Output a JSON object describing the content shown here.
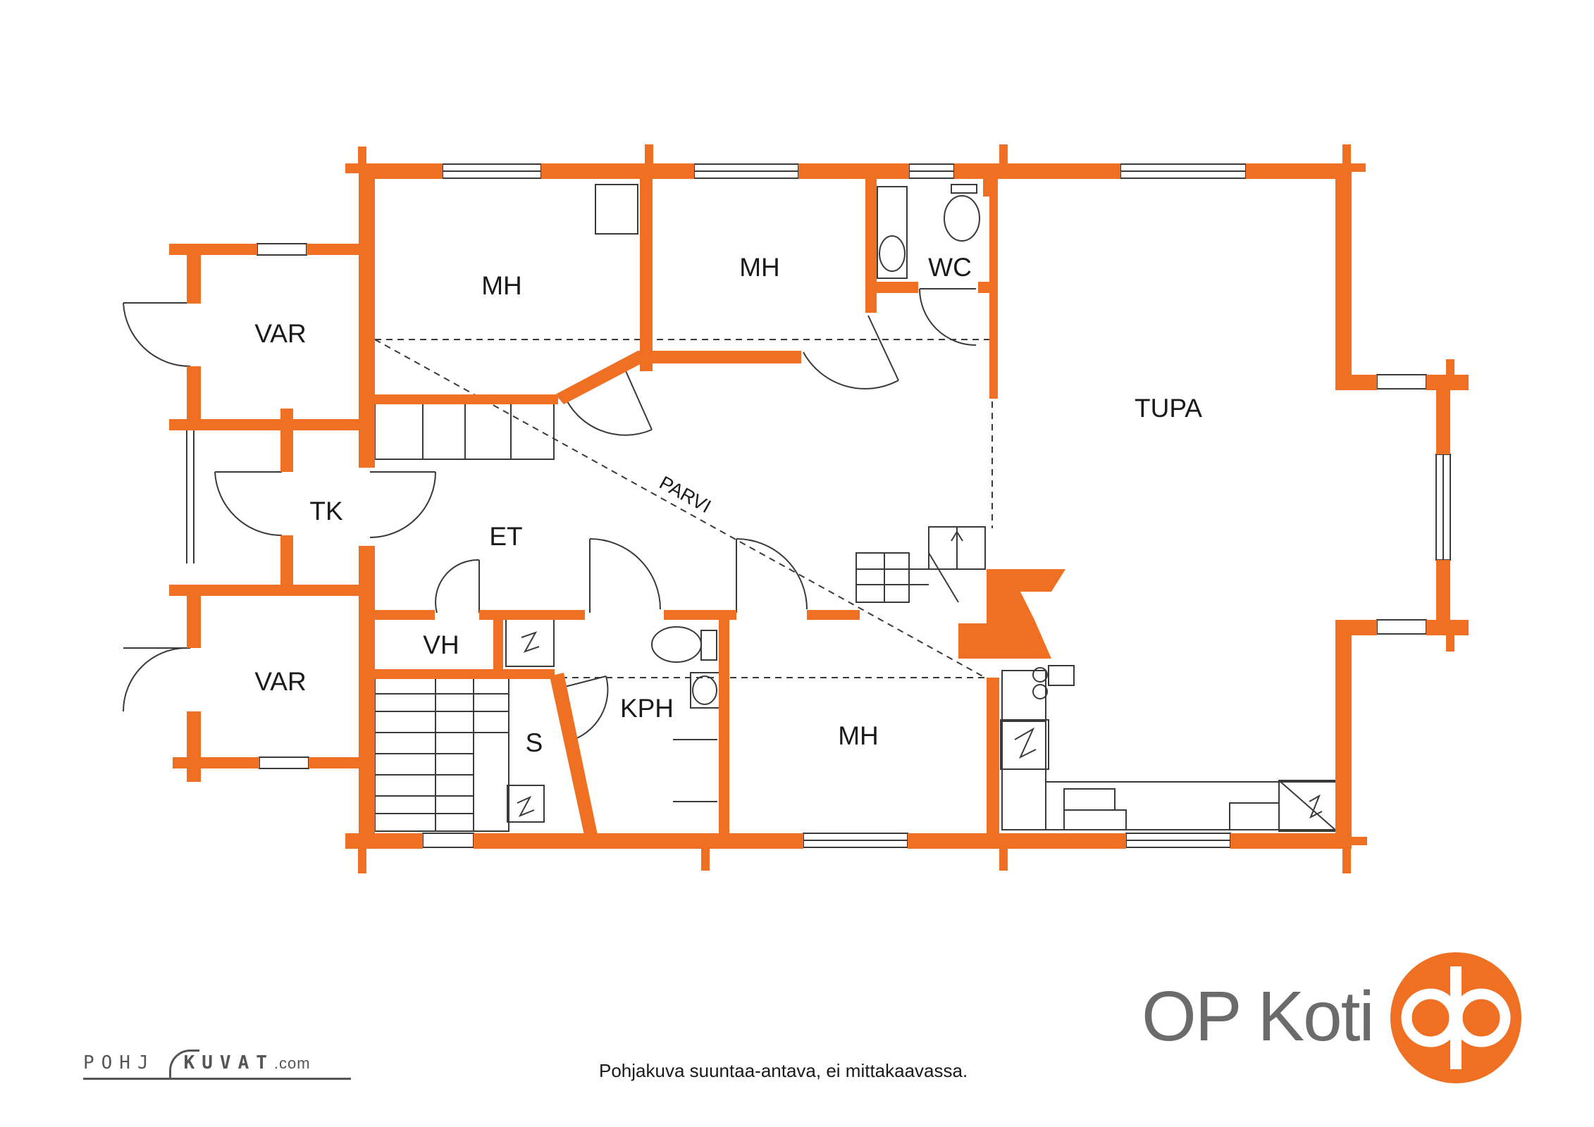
{
  "plan": {
    "colors": {
      "wall": "#f07023",
      "line": "#3a3a3a",
      "text": "#1a1a1a",
      "brand": "#f07023"
    },
    "rooms": {
      "mh1": "MH",
      "mh2": "MH",
      "wc": "WC",
      "tupa": "TUPA",
      "var1": "VAR",
      "tk": "TK",
      "et": "ET",
      "var2": "VAR",
      "vh": "VH",
      "kph": "KPH",
      "s": "S",
      "mh3": "MH"
    },
    "loft_label": "PARVI"
  },
  "footer": {
    "disclaimer": "Pohjakuva suuntaa-antava, ei mittakaavassa.",
    "credit_main": "POHJ",
    "credit_rest": "KUVAT",
    "credit_domain": ".com",
    "brand_name": "OP Koti",
    "brand_logo_icon": "op-logo-icon"
  }
}
